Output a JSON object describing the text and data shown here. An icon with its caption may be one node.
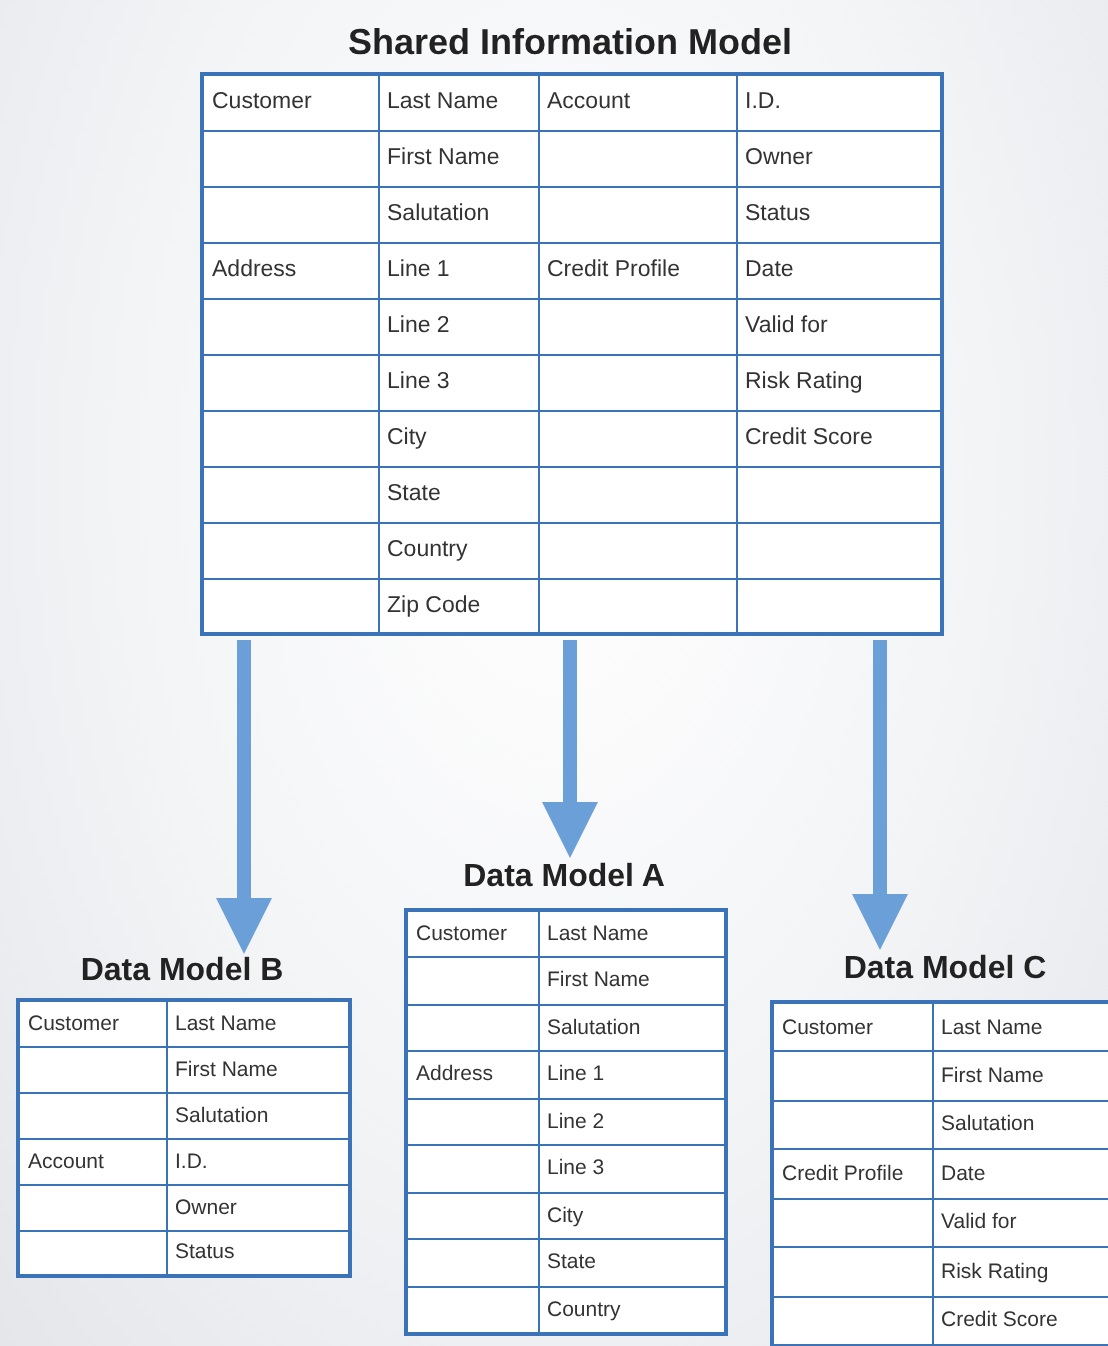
{
  "diagram": {
    "nodes": [
      {
        "text": [
          "Shared Information Model",
          "Customer",
          "Last Name",
          "Account",
          "I.D.",
          "First Name",
          "Owner",
          "Salutation",
          "Status",
          "Address",
          "Line 1",
          "Credit Profile",
          "Date",
          "Line 2",
          "Valid for",
          "Line 3",
          "Risk Rating",
          "City",
          "Credit Score",
          "State",
          "Country",
          "Zip Code"
        ]
      },
      {
        "text": [
          "Data Model B",
          "Customer",
          "Last Name",
          "First Name",
          "Salutation",
          "Account",
          "I.D.",
          "Owner",
          "Status"
        ]
      },
      {
        "text": [
          "Data Model A",
          "Customer",
          "Last Name",
          "First Name",
          "Salutation",
          "Address",
          "Line 1",
          "Line 2",
          "Line 3",
          "City",
          "State",
          "Country"
        ]
      },
      {
        "text": [
          "Data Model C",
          "Customer",
          "Last Name",
          "First Name",
          "Salutation",
          "Credit Profile",
          "Date",
          "Valid for",
          "Risk Rating",
          "Credit Score"
        ]
      }
    ],
    "edges": [
      {
        "from": 0,
        "to": 1,
        "arrow": "to"
      },
      {
        "from": 0,
        "to": 2,
        "arrow": "to"
      },
      {
        "from": 0,
        "to": 3,
        "arrow": "to"
      }
    ]
  }
}
